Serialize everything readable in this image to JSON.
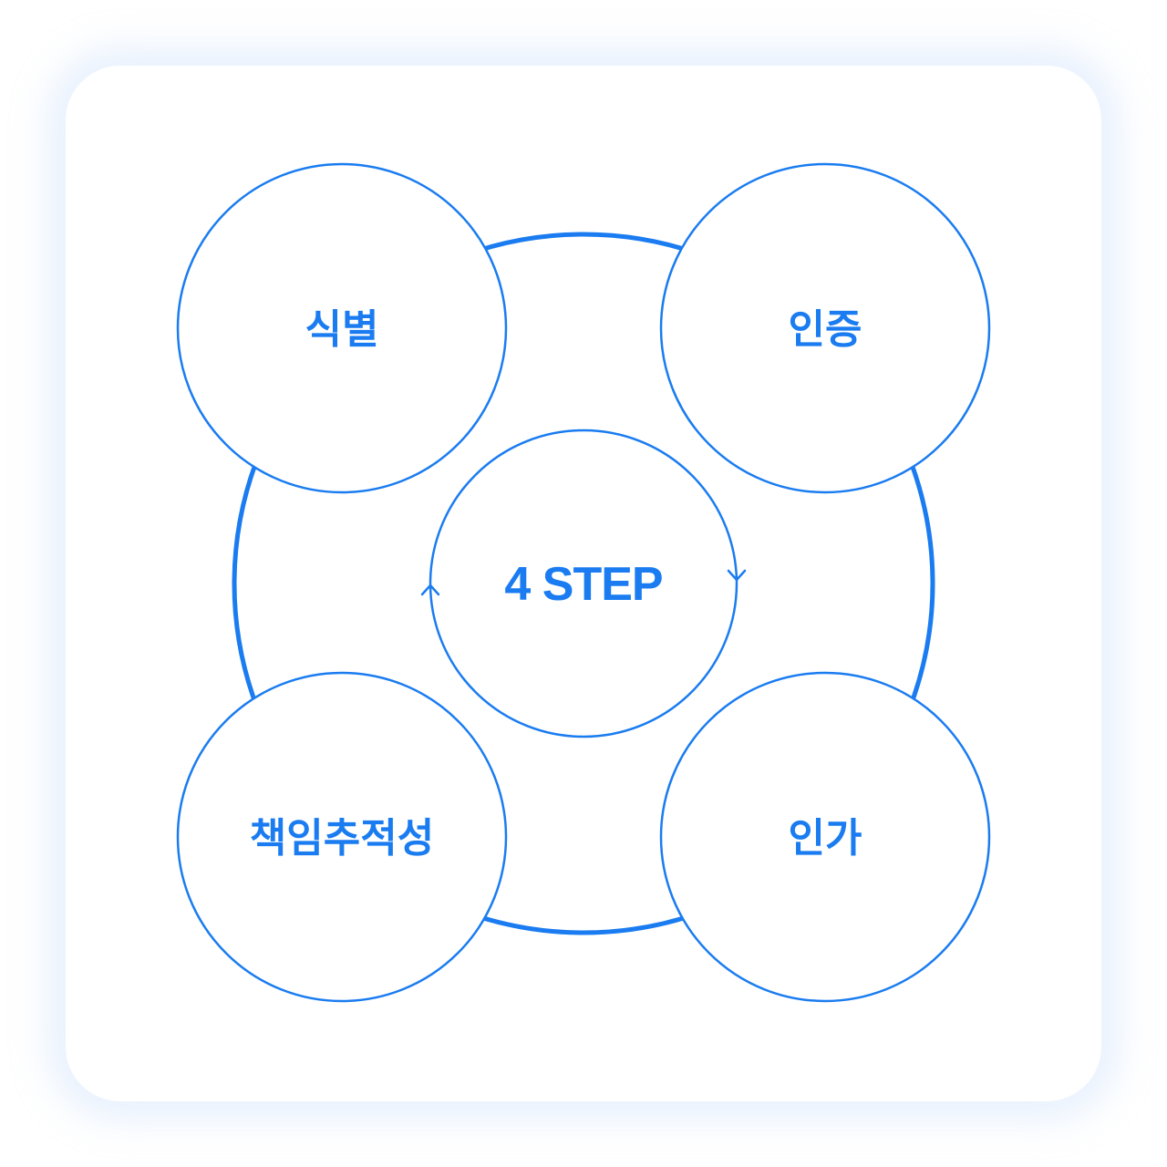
{
  "center": {
    "label": "4 STEP"
  },
  "steps": [
    {
      "label": "식별"
    },
    {
      "label": "인증"
    },
    {
      "label": "인가"
    },
    {
      "label": "책임추적성"
    }
  ],
  "colors": {
    "accent": "#1a7cf0",
    "background": "#ffffff",
    "card_shadow": "#bed7fa"
  },
  "icons": [
    "cycle-arrow-down-icon",
    "cycle-arrow-up-icon"
  ]
}
